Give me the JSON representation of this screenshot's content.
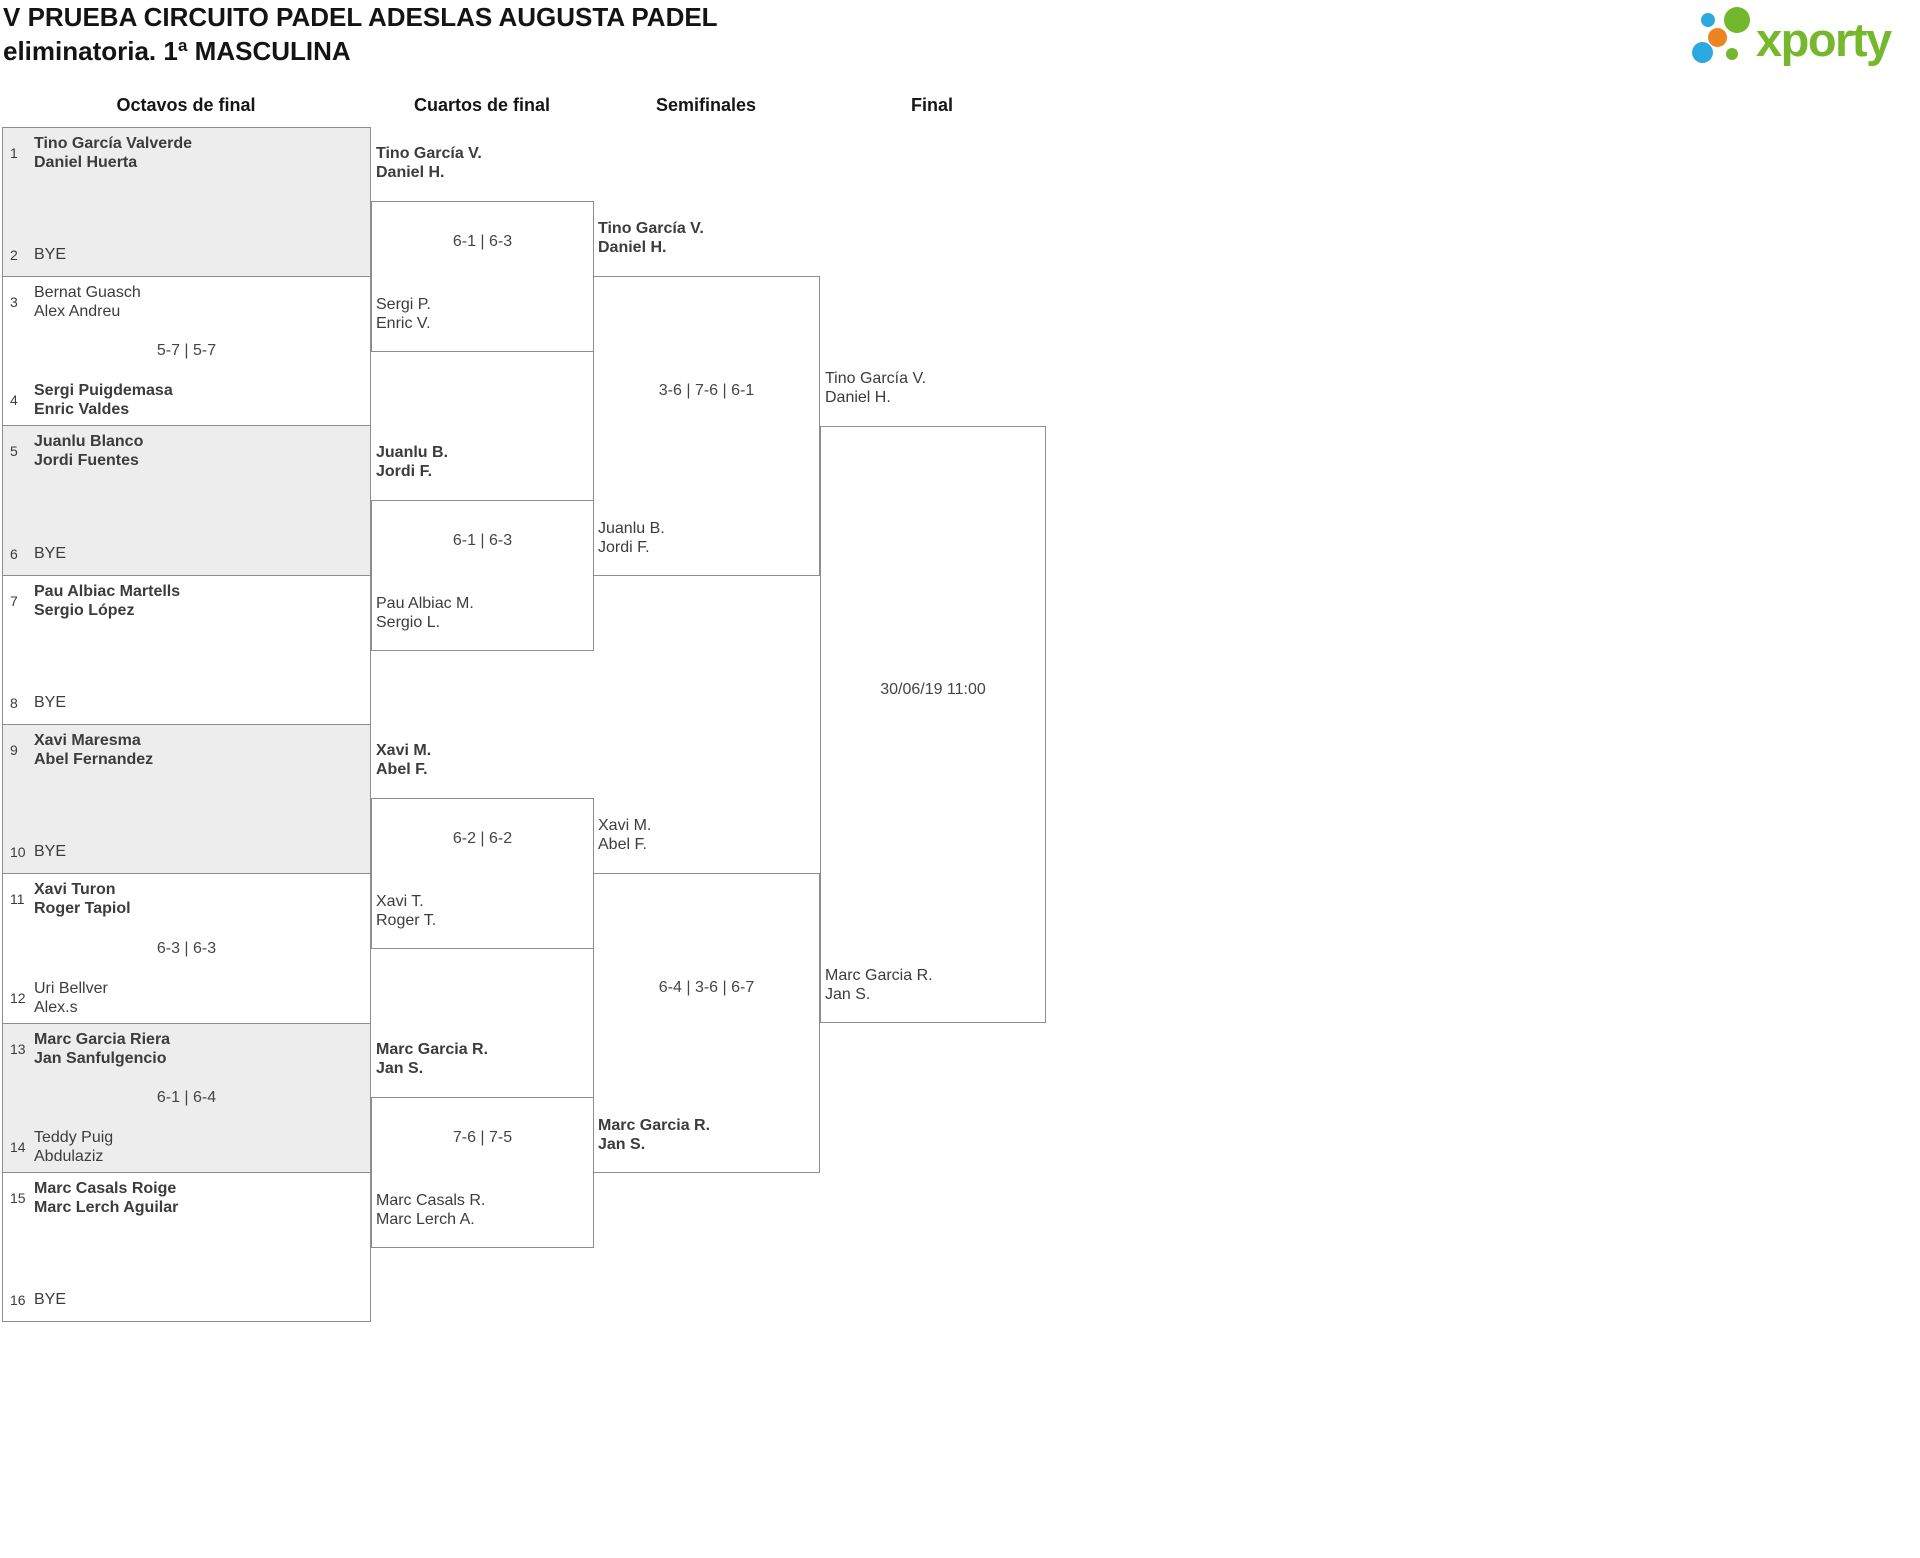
{
  "title": {
    "line1": "V PRUEBA CIRCUITO PADEL ADESLAS AUGUSTA PADEL",
    "line2": "eliminatoria. 1ª MASCULINA"
  },
  "logo": {
    "text": "xporty",
    "colors": {
      "green": "#72b72c",
      "blue": "#2ca9e0",
      "orange": "#ec8420"
    }
  },
  "columns": [
    "Octavos de final",
    "Cuartos de final",
    "Semifinales",
    "Final"
  ],
  "bracket": {
    "r16": [
      {
        "seed_top": "1",
        "top": [
          "Tino García Valverde",
          "Daniel Huerta"
        ],
        "score": "",
        "seed_bottom": "2",
        "bottom": [
          "BYE"
        ]
      },
      {
        "seed_top": "3",
        "top": [
          "Bernat Guasch",
          "Alex Andreu"
        ],
        "score": "5-7 | 5-7",
        "seed_bottom": "4",
        "bottom": [
          "Sergi Puigdemasa",
          "Enric Valdes"
        ]
      },
      {
        "seed_top": "5",
        "top": [
          "Juanlu Blanco",
          "Jordi Fuentes"
        ],
        "score": "",
        "seed_bottom": "6",
        "bottom": [
          "BYE"
        ]
      },
      {
        "seed_top": "7",
        "top": [
          "Pau Albiac Martells",
          "Sergio López"
        ],
        "score": "",
        "seed_bottom": "8",
        "bottom": [
          "BYE"
        ]
      },
      {
        "seed_top": "9",
        "top": [
          "Xavi Maresma",
          "Abel Fernandez"
        ],
        "score": "",
        "seed_bottom": "10",
        "bottom": [
          "BYE"
        ]
      },
      {
        "seed_top": "11",
        "top": [
          "Xavi Turon",
          "Roger Tapiol"
        ],
        "score": "6-3 | 6-3",
        "seed_bottom": "12",
        "bottom": [
          "Uri Bellver",
          "Alex.s"
        ]
      },
      {
        "seed_top": "13",
        "top": [
          "Marc Garcia Riera",
          "Jan Sanfulgencio"
        ],
        "score": "6-1 | 6-4",
        "seed_bottom": "14",
        "bottom": [
          "Teddy Puig",
          "Abdulaziz"
        ]
      },
      {
        "seed_top": "15",
        "top": [
          "Marc Casals Roige",
          "Marc Lerch Aguilar"
        ],
        "score": "",
        "seed_bottom": "16",
        "bottom": [
          "BYE"
        ]
      }
    ],
    "qf": [
      {
        "top": [
          "Tino García V.",
          "Daniel H."
        ],
        "score": "6-1 | 6-3",
        "bottom": [
          "Sergi P.",
          "Enric V."
        ]
      },
      {
        "top": [
          "Juanlu B.",
          "Jordi F."
        ],
        "score": "6-1 | 6-3",
        "bottom": [
          "Pau Albiac M.",
          "Sergio L."
        ]
      },
      {
        "top": [
          "Xavi M.",
          "Abel F."
        ],
        "score": "6-2 | 6-2",
        "bottom": [
          "Xavi T.",
          "Roger T."
        ]
      },
      {
        "top": [
          "Marc Garcia R.",
          "Jan S."
        ],
        "score": "7-6 | 7-5",
        "bottom": [
          "Marc Casals R.",
          "Marc Lerch A."
        ]
      }
    ],
    "sf": [
      {
        "top": [
          "Tino García V.",
          "Daniel H."
        ],
        "score": "3-6 | 7-6 | 6-1",
        "bottom": [
          "Juanlu B.",
          "Jordi F."
        ]
      },
      {
        "top": [
          "Xavi M.",
          "Abel F."
        ],
        "score": "6-4 | 3-6 | 6-7",
        "bottom": [
          "Marc Garcia R.",
          "Jan S."
        ]
      }
    ],
    "final": {
      "top": [
        "Tino García V.",
        "Daniel H."
      ],
      "schedule": "30/06/19 11:00",
      "bottom": [
        "Marc Garcia R.",
        "Jan S."
      ]
    }
  }
}
